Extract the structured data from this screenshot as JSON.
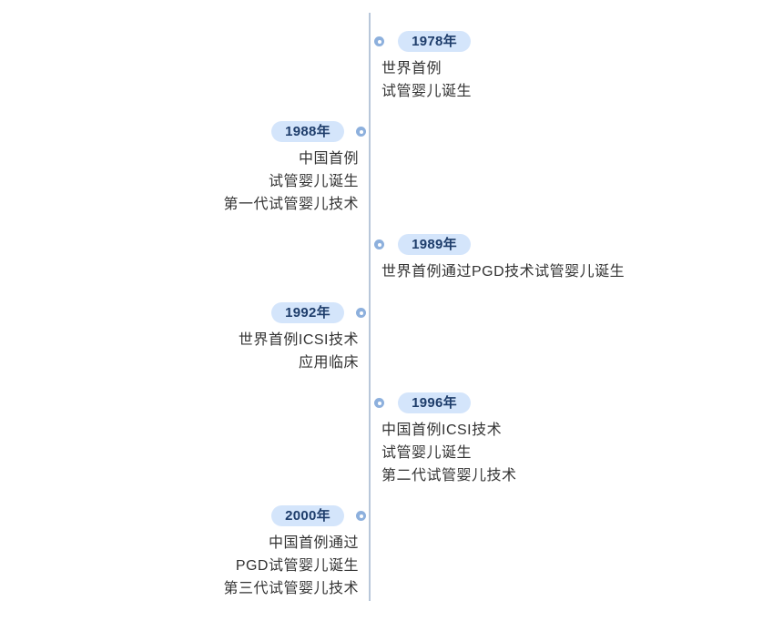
{
  "events": [
    {
      "year": "1978年",
      "lines": [
        "世界首例",
        "试管婴儿诞生"
      ]
    },
    {
      "year": "1988年",
      "lines": [
        "中国首例",
        "试管婴儿诞生",
        "第一代试管婴儿技术"
      ]
    },
    {
      "year": "1989年",
      "lines": [
        "世界首例通过PGD技术试管婴儿诞生"
      ]
    },
    {
      "year": "1992年",
      "lines": [
        "世界首例ICSI技术",
        "应用临床"
      ]
    },
    {
      "year": "1996年",
      "lines": [
        "中国首例ICSI技术",
        "试管婴儿诞生",
        "第二代试管婴儿技术"
      ]
    },
    {
      "year": "2000年",
      "lines": [
        "中国首例通过",
        "PGD试管婴儿诞生",
        "第三代试管婴儿技术"
      ]
    }
  ],
  "colors": {
    "axis": "#b8c7da",
    "badge_bg": "#d4e5fb",
    "badge_text": "#1e3d6b",
    "dot": "#8db0dd",
    "text": "#333333"
  }
}
